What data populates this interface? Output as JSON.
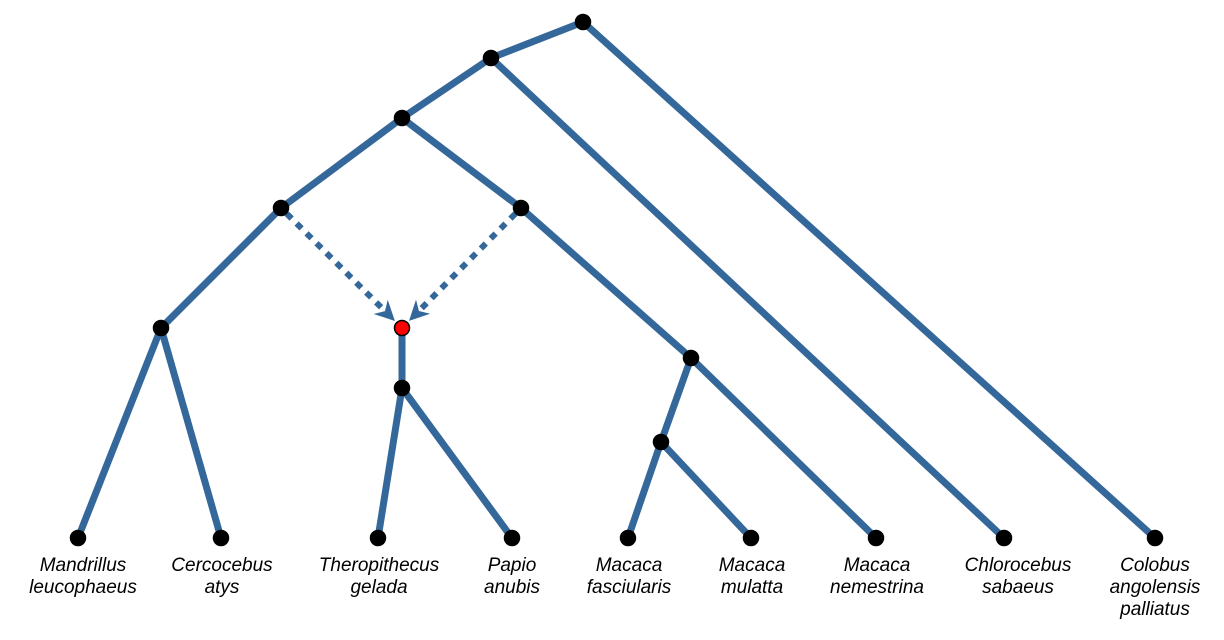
{
  "colors": {
    "edge": "#35689a",
    "node": "#000000",
    "hybrid_node": "#ff0000",
    "background": "#ffffff"
  },
  "taxa": [
    {
      "id": "mandrillus",
      "name": [
        "Mandrillus",
        "leucophaeus"
      ]
    },
    {
      "id": "cercocebus",
      "name": [
        "Cercocebus",
        "atys"
      ]
    },
    {
      "id": "theropithecus",
      "name": [
        "Theropithecus",
        "gelada"
      ]
    },
    {
      "id": "papio",
      "name": [
        "Papio",
        "anubis"
      ]
    },
    {
      "id": "macaca-fascicularis",
      "name": [
        "Macaca",
        "fasciularis"
      ]
    },
    {
      "id": "macaca-mulatta",
      "name": [
        "Macaca",
        "mulatta"
      ]
    },
    {
      "id": "macaca-nemestrina",
      "name": [
        "Macaca",
        "nemestrina"
      ]
    },
    {
      "id": "chlorocebus",
      "name": [
        "Chlorocebus",
        "sabaeus"
      ]
    },
    {
      "id": "colobus",
      "name": [
        "Colobus",
        "angolensis",
        "palliatus"
      ]
    }
  ],
  "tree_edges": [
    [
      "root",
      "n1"
    ],
    [
      "root",
      "colobus"
    ],
    [
      "n1",
      "n2"
    ],
    [
      "n1",
      "chlorocebus"
    ],
    [
      "n2",
      "left"
    ],
    [
      "n2",
      "right"
    ],
    [
      "left",
      "mc"
    ],
    [
      "mc",
      "mandrillus"
    ],
    [
      "mc",
      "cercocebus"
    ],
    [
      "right",
      "macaca"
    ],
    [
      "macaca",
      "fm"
    ],
    [
      "macaca",
      "macaca-nemestrina"
    ],
    [
      "fm",
      "macaca-fascicularis"
    ],
    [
      "fm",
      "macaca-mulatta"
    ],
    [
      "hybrid",
      "tp"
    ],
    [
      "tp",
      "theropithecus"
    ],
    [
      "tp",
      "papio"
    ]
  ],
  "hybrid_edges": [
    [
      "left",
      "hybrid"
    ],
    [
      "right",
      "hybrid"
    ]
  ],
  "hybrid_node": "hybrid"
}
